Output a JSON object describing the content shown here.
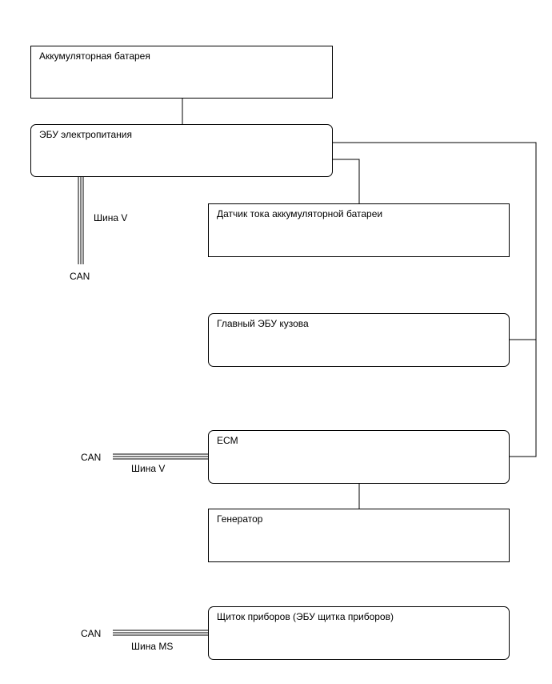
{
  "boxes": {
    "battery": "Аккумуляторная батарея",
    "power_ecu": "ЭБУ электропитания",
    "current_sensor": "Датчик тока аккумуляторной батареи",
    "main_body_ecu": "Главный ЭБУ кузова",
    "ecm": "ECM",
    "generator": "Генератор",
    "instrument_panel": "Щиток приборов (ЭБУ щитка приборов)"
  },
  "bus_labels": {
    "power_ecu_bus": "Шина V",
    "power_ecu_can": "CAN",
    "ecm_can": "CAN",
    "ecm_bus": "Шина V",
    "instrument_can": "CAN",
    "instrument_bus": "Шина MS"
  }
}
